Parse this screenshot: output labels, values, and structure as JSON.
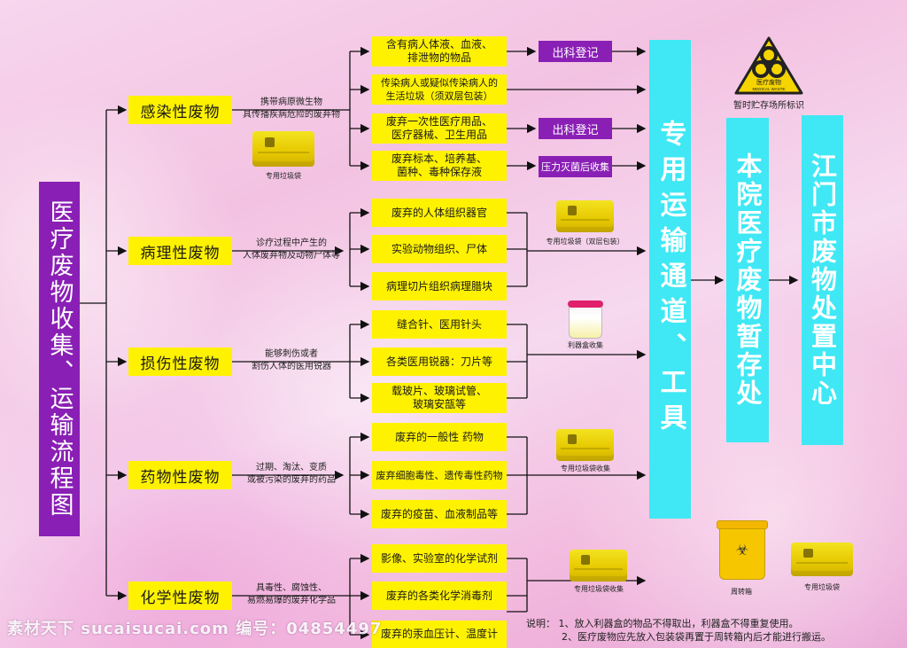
{
  "title": "医疗废物收集、运输流程图",
  "categories": [
    {
      "label": "感染性废物",
      "note1": "携带病原微生物",
      "note2": "具传播疾病危险的废弃物"
    },
    {
      "label": "病理性废物",
      "note1": "诊疗过程中产生的",
      "note2": "人体废弃物及动物尸体等"
    },
    {
      "label": "损伤性废物",
      "note1": "能够刺伤或者",
      "note2": "割伤人体的医用锐器"
    },
    {
      "label": "药物性废物",
      "note1": "过期、淘汰、变质",
      "note2": "或被污染的废弃的药品"
    },
    {
      "label": "化学性废物",
      "note1": "具毒性、腐蚀性、",
      "note2": "易燃易爆的废弃化学品"
    }
  ],
  "items": [
    {
      "l1": "含有病人体液、血液、",
      "l2": "排泄物的物品"
    },
    {
      "l1": "传染病人或疑似传染病人的",
      "l2": "生活垃圾（须双层包装）"
    },
    {
      "l1": "废弃一次性医疗用品、",
      "l2": "医疗器械、卫生用品"
    },
    {
      "l1": "废弃标本、培养基、",
      "l2": "菌种、毒种保存液"
    },
    {
      "l1": "废弃的人体组织器官",
      "l2": ""
    },
    {
      "l1": "实验动物组织、尸体",
      "l2": ""
    },
    {
      "l1": "病理切片组织病理腊块",
      "l2": ""
    },
    {
      "l1": "缝合针、医用针头",
      "l2": ""
    },
    {
      "l1": "各类医用锐器：刀片等",
      "l2": ""
    },
    {
      "l1": "载玻片、玻璃试管、",
      "l2": "玻璃安瓿等"
    },
    {
      "l1": "废弃的一般性 药物",
      "l2": ""
    },
    {
      "l1": "废弃细胞毒性、遗传毒性药物",
      "l2": ""
    },
    {
      "l1": "废弃的疫苗、血液制品等",
      "l2": ""
    },
    {
      "l1": "影像、实验室的化学试剂",
      "l2": ""
    },
    {
      "l1": "废弃的各类化学消毒剂",
      "l2": ""
    },
    {
      "l1": "废弃的汞血压计、温度计",
      "l2": ""
    }
  ],
  "actions": {
    "register1": "出科登记",
    "register2": "出科登记",
    "sterilize": "压力灭菌后收集"
  },
  "captions": {
    "bag1": "专用垃圾袋",
    "bag2": "专用垃圾袋（双层包装）",
    "sharps": "利器盒收集",
    "bag3": "专用垃圾袋收集",
    "bag4": "专用垃圾袋收集",
    "bin": "周转箱",
    "bag5": "专用垃圾袋",
    "sign_label": "暂时贮存场所标识",
    "sign_text1": "医疗废物",
    "sign_text2": "MEDICAL WASTE"
  },
  "flow": {
    "transport": "专用运输通道、工具",
    "storage": "本院医疗废物暂存处",
    "center": "江门市废物处置中心"
  },
  "footer": {
    "line1": "说明：  1、放入利器盒的物品不得取出，利器盒不得重复使用。",
    "line2": "2、医疗废物应先放入包装袋再置于周转箱内后才能进行搬运。"
  },
  "watermark": "素材天下 sucaisucai.com   编号：04854497",
  "colors": {
    "yellow": "#fff200",
    "purple": "#8a1fb5",
    "cyan": "#3fe8f4",
    "line": "#111111"
  }
}
